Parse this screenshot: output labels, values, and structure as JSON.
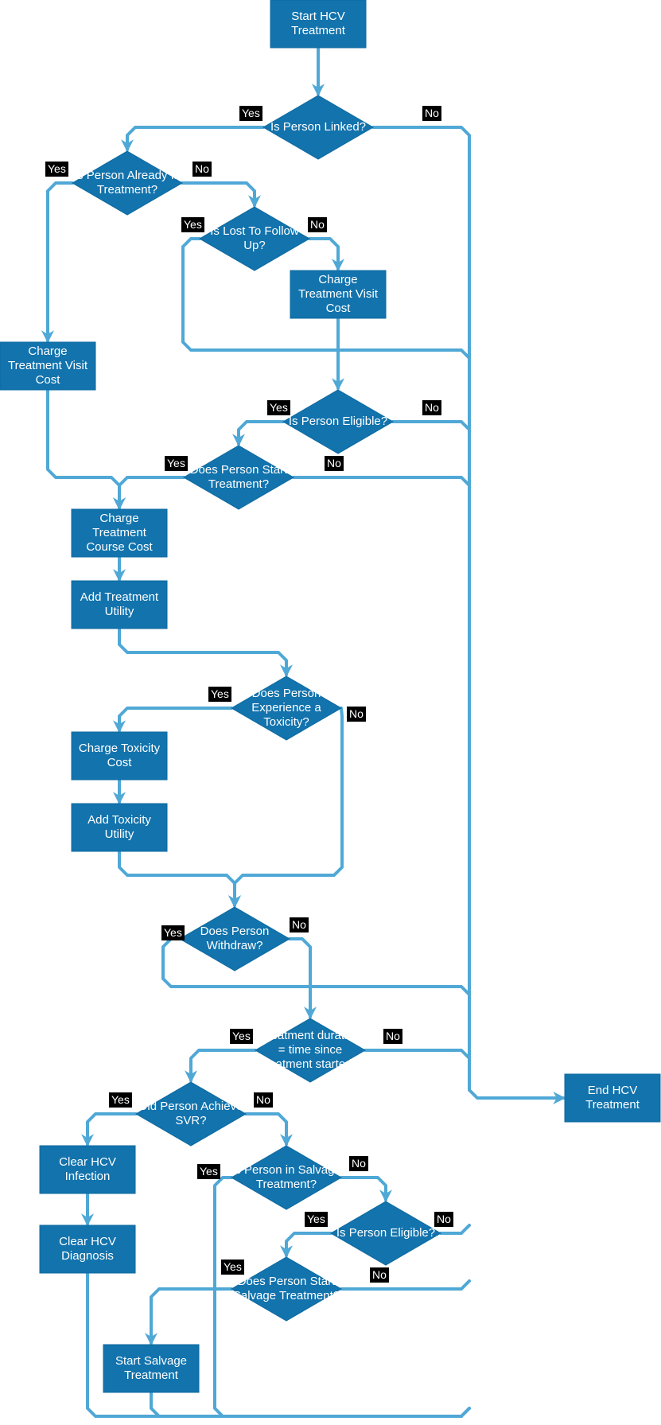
{
  "diagram": {
    "colors": {
      "node_fill": "#1273ad",
      "node_stroke": "#0f6aa0",
      "edge": "#4fa8d6",
      "label_bg": "#000000",
      "text": "#ffffff"
    },
    "nodes": [
      {
        "id": "start",
        "shape": "rect",
        "text": "Start HCV\nTreatment"
      },
      {
        "id": "linked",
        "shape": "diamond",
        "text": "Is Person Linked?"
      },
      {
        "id": "already",
        "shape": "diamond",
        "text": "Is Person Already In\nTreatment?"
      },
      {
        "id": "lost",
        "shape": "diamond",
        "text": "Is Lost To Follow\nUp?"
      },
      {
        "id": "visit-cost-right",
        "shape": "rect",
        "text": "Charge\nTreatment Visit\nCost"
      },
      {
        "id": "visit-cost-left",
        "shape": "rect",
        "text": "Charge\nTreatment Visit\nCost"
      },
      {
        "id": "eligible",
        "shape": "diamond",
        "text": "Is Person Eligible?"
      },
      {
        "id": "starts",
        "shape": "diamond",
        "text": "Does Person Start\nTreatment?"
      },
      {
        "id": "course-cost",
        "shape": "rect",
        "text": "Charge\nTreatment\nCourse Cost"
      },
      {
        "id": "treat-utility",
        "shape": "rect",
        "text": "Add Treatment\nUtility"
      },
      {
        "id": "toxicity",
        "shape": "diamond",
        "text": "Does Person\nExperience a\nToxicity?"
      },
      {
        "id": "tox-cost",
        "shape": "rect",
        "text": "Charge Toxicity\nCost"
      },
      {
        "id": "tox-utility",
        "shape": "rect",
        "text": "Add Toxicity\nUtility"
      },
      {
        "id": "withdraw",
        "shape": "diamond",
        "text": "Does Person\nWithdraw?"
      },
      {
        "id": "duration",
        "shape": "diamond",
        "text": "Treatment duration\n= time since\ntreatment started?"
      },
      {
        "id": "end",
        "shape": "rect",
        "text": "End HCV\nTreatment"
      },
      {
        "id": "svr",
        "shape": "diamond",
        "text": "Did Person Achieve\nSVR?"
      },
      {
        "id": "salvage",
        "shape": "diamond",
        "text": "Is Person in Salvage\nTreatment?"
      },
      {
        "id": "clear-infection",
        "shape": "rect",
        "text": "Clear HCV\nInfection"
      },
      {
        "id": "eligible-2",
        "shape": "diamond",
        "text": "Is Person Eligible?"
      },
      {
        "id": "clear-diagnosis",
        "shape": "rect",
        "text": "Clear HCV\nDiagnosis"
      },
      {
        "id": "starts-salvage",
        "shape": "diamond",
        "text": "Does Person Start\nSalvage Treatment?"
      },
      {
        "id": "start-salvage",
        "shape": "rect",
        "text": "Start Salvage\nTreatment"
      }
    ],
    "edge_labels": [
      {
        "id": "linked-yes",
        "text": "Yes"
      },
      {
        "id": "linked-no",
        "text": "No"
      },
      {
        "id": "already-yes",
        "text": "Yes"
      },
      {
        "id": "already-no",
        "text": "No"
      },
      {
        "id": "lost-yes",
        "text": "Yes"
      },
      {
        "id": "lost-no",
        "text": "No"
      },
      {
        "id": "eligible-yes",
        "text": "Yes"
      },
      {
        "id": "eligible-no",
        "text": "No"
      },
      {
        "id": "starts-yes",
        "text": "Yes"
      },
      {
        "id": "starts-no",
        "text": "No"
      },
      {
        "id": "toxicity-yes",
        "text": "Yes"
      },
      {
        "id": "toxicity-no",
        "text": "No"
      },
      {
        "id": "withdraw-yes",
        "text": "Yes"
      },
      {
        "id": "withdraw-no",
        "text": "No"
      },
      {
        "id": "duration-yes",
        "text": "Yes"
      },
      {
        "id": "duration-no",
        "text": "No"
      },
      {
        "id": "svr-yes",
        "text": "Yes"
      },
      {
        "id": "svr-no",
        "text": "No"
      },
      {
        "id": "salvage-yes",
        "text": "Yes"
      },
      {
        "id": "salvage-no",
        "text": "No"
      },
      {
        "id": "eligible-2-yes",
        "text": "Yes"
      },
      {
        "id": "eligible-2-no",
        "text": "No"
      },
      {
        "id": "starts-salvage-yes",
        "text": "Yes"
      },
      {
        "id": "starts-salvage-no",
        "text": "No"
      }
    ]
  }
}
